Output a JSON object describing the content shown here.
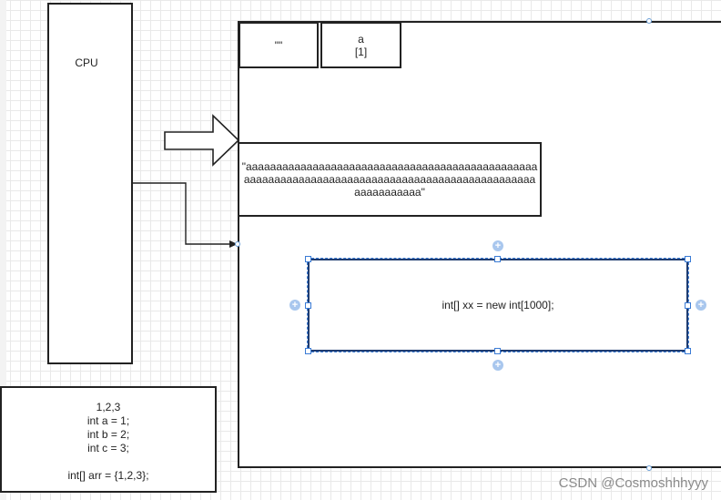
{
  "cpu": {
    "label": "CPU"
  },
  "string_pool": {
    "cell_empty": "\"\"",
    "cell_a": "a",
    "cell_a_sub": "[1]",
    "long_string_line1": "\"aaaaaaaaaaaaaaaaaaaaaaaaaaaaaaaaaaaaaaaaaaaaaaaa",
    "long_string_line2": "aaaaaaaaaaaaaaaaaaaaaaaaaaaaaaaaaaaaaaaaaaaaaaaa",
    "long_string_line3": "aaaaaaaaaaa\""
  },
  "selected_box": {
    "text": "int[]  xx = new int[1000];"
  },
  "code_box": {
    "lines": [
      "1,2,3",
      "int a = 1;",
      "int b = 2;",
      "int c = 3;",
      "",
      "int[]  arr = {1,2,3};"
    ]
  },
  "watermark": "CSDN @Cosmoshhhyyy",
  "colors": {
    "stroke": "#222222",
    "selection": "#3a7bd5",
    "grid": "#e9e9e9"
  },
  "icons": [
    "cloud-icon",
    "block-arrow-icon",
    "move-icon",
    "rotate-icon",
    "plus-icon"
  ]
}
